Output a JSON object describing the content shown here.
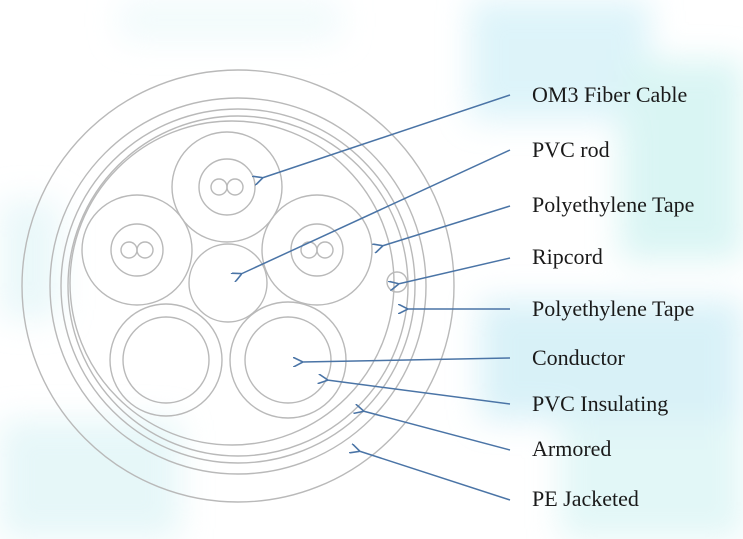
{
  "labels": [
    "OM3 Fiber Cable",
    "PVC rod",
    "Polyethylene Tape",
    "Ripcord",
    "Polyethylene Tape",
    "Conductor",
    "PVC Insulating",
    "Armored",
    "PE Jacketed"
  ],
  "colors": {
    "line": "#b9b9b9",
    "arrow": "#4a74a6",
    "text": "#1a1a1a"
  }
}
